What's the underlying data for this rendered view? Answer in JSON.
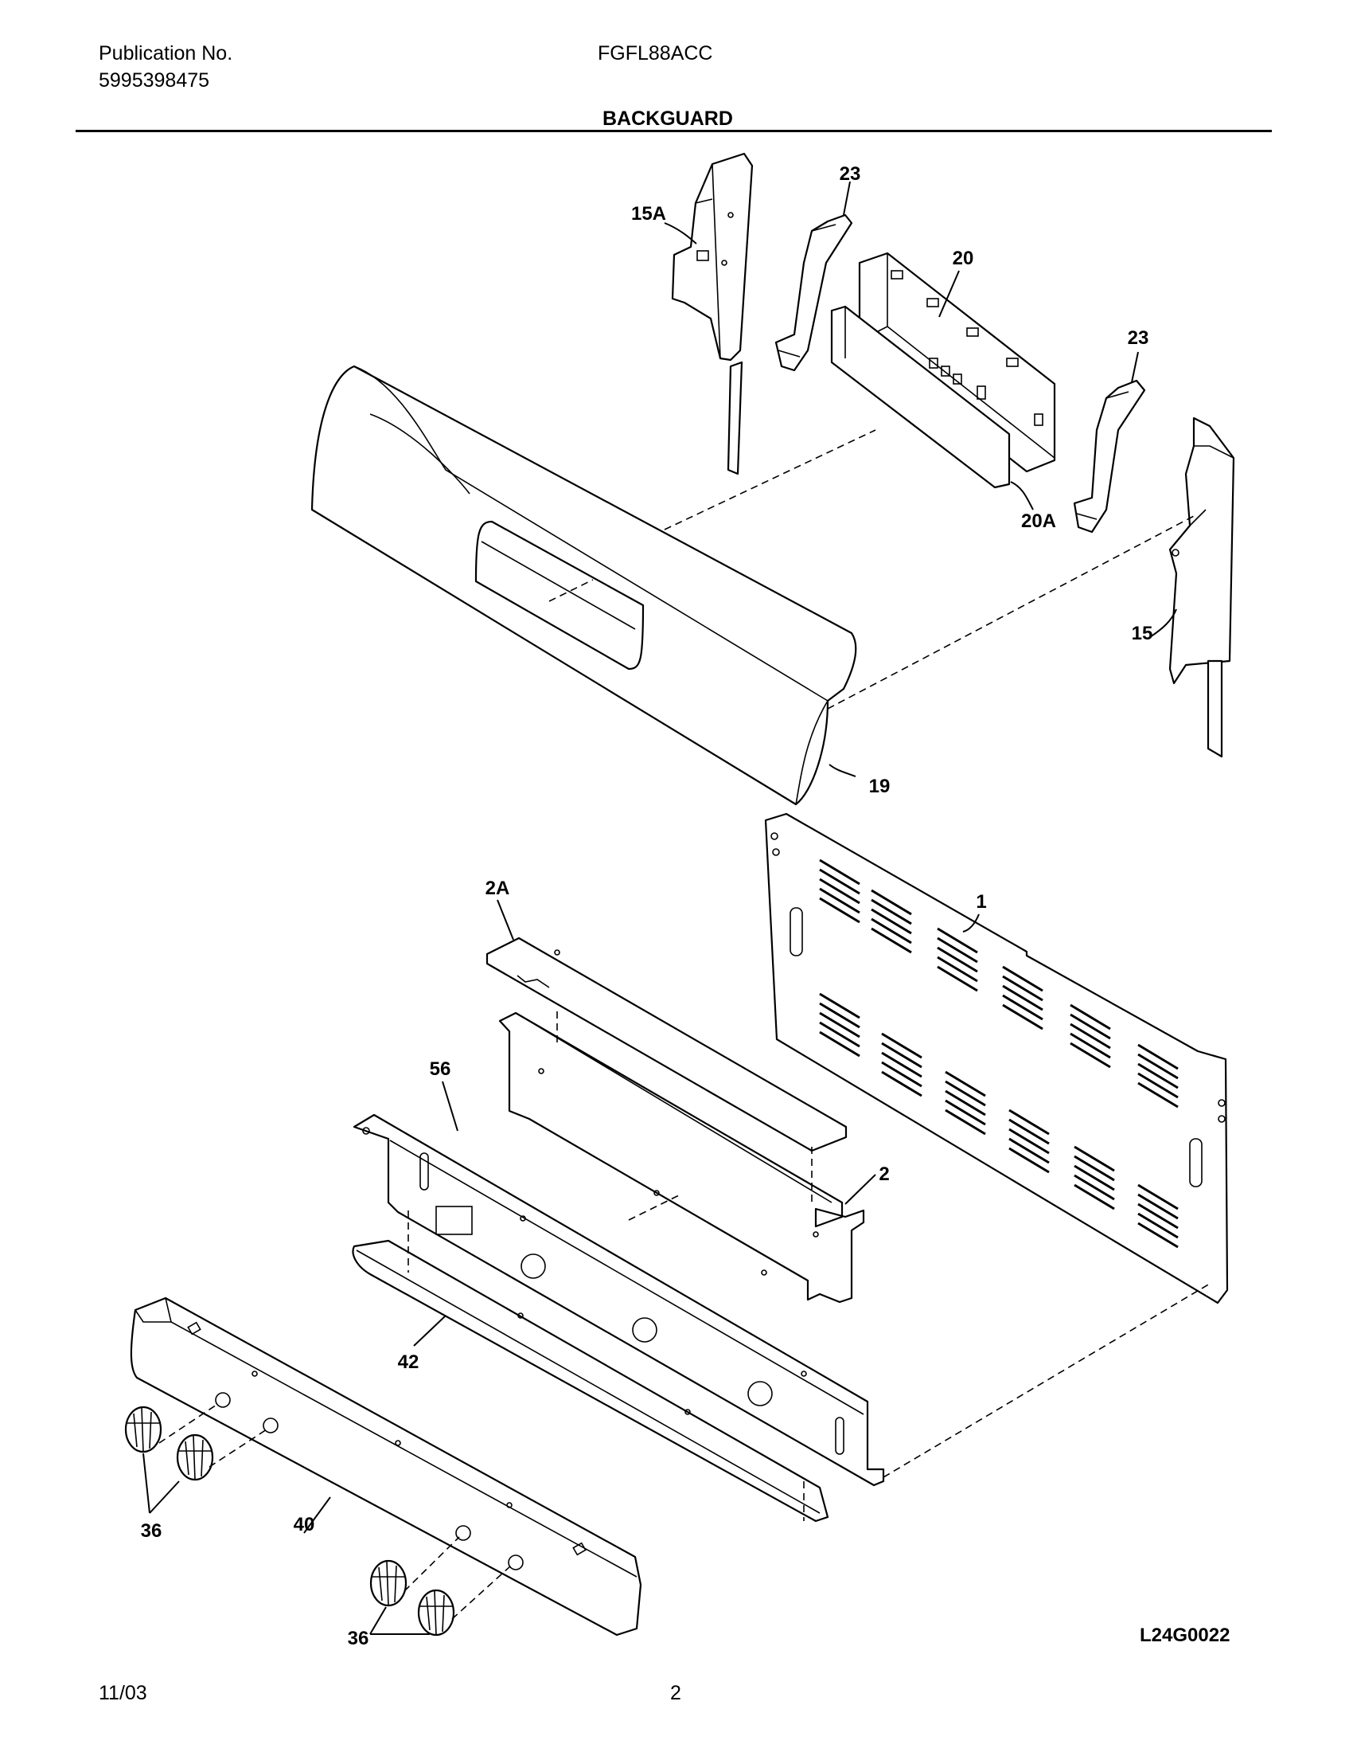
{
  "header": {
    "publication_label": "Publication No.",
    "publication_number": "5995398475",
    "model": "FGFL88ACC",
    "section_title": "BACKGUARD"
  },
  "diagram": {
    "callouts": {
      "c23_top": "23",
      "c15a": "15A",
      "c20": "20",
      "c23_right": "23",
      "c20a": "20A",
      "c15": "15",
      "c19": "19",
      "c1": "1",
      "c2a": "2A",
      "c56": "56",
      "c2": "2",
      "c42": "42",
      "c36_left": "36",
      "c40": "40",
      "c36_bottom": "36"
    },
    "drawing_id": "L24G0022"
  },
  "footer": {
    "date": "11/03",
    "page": "2"
  }
}
